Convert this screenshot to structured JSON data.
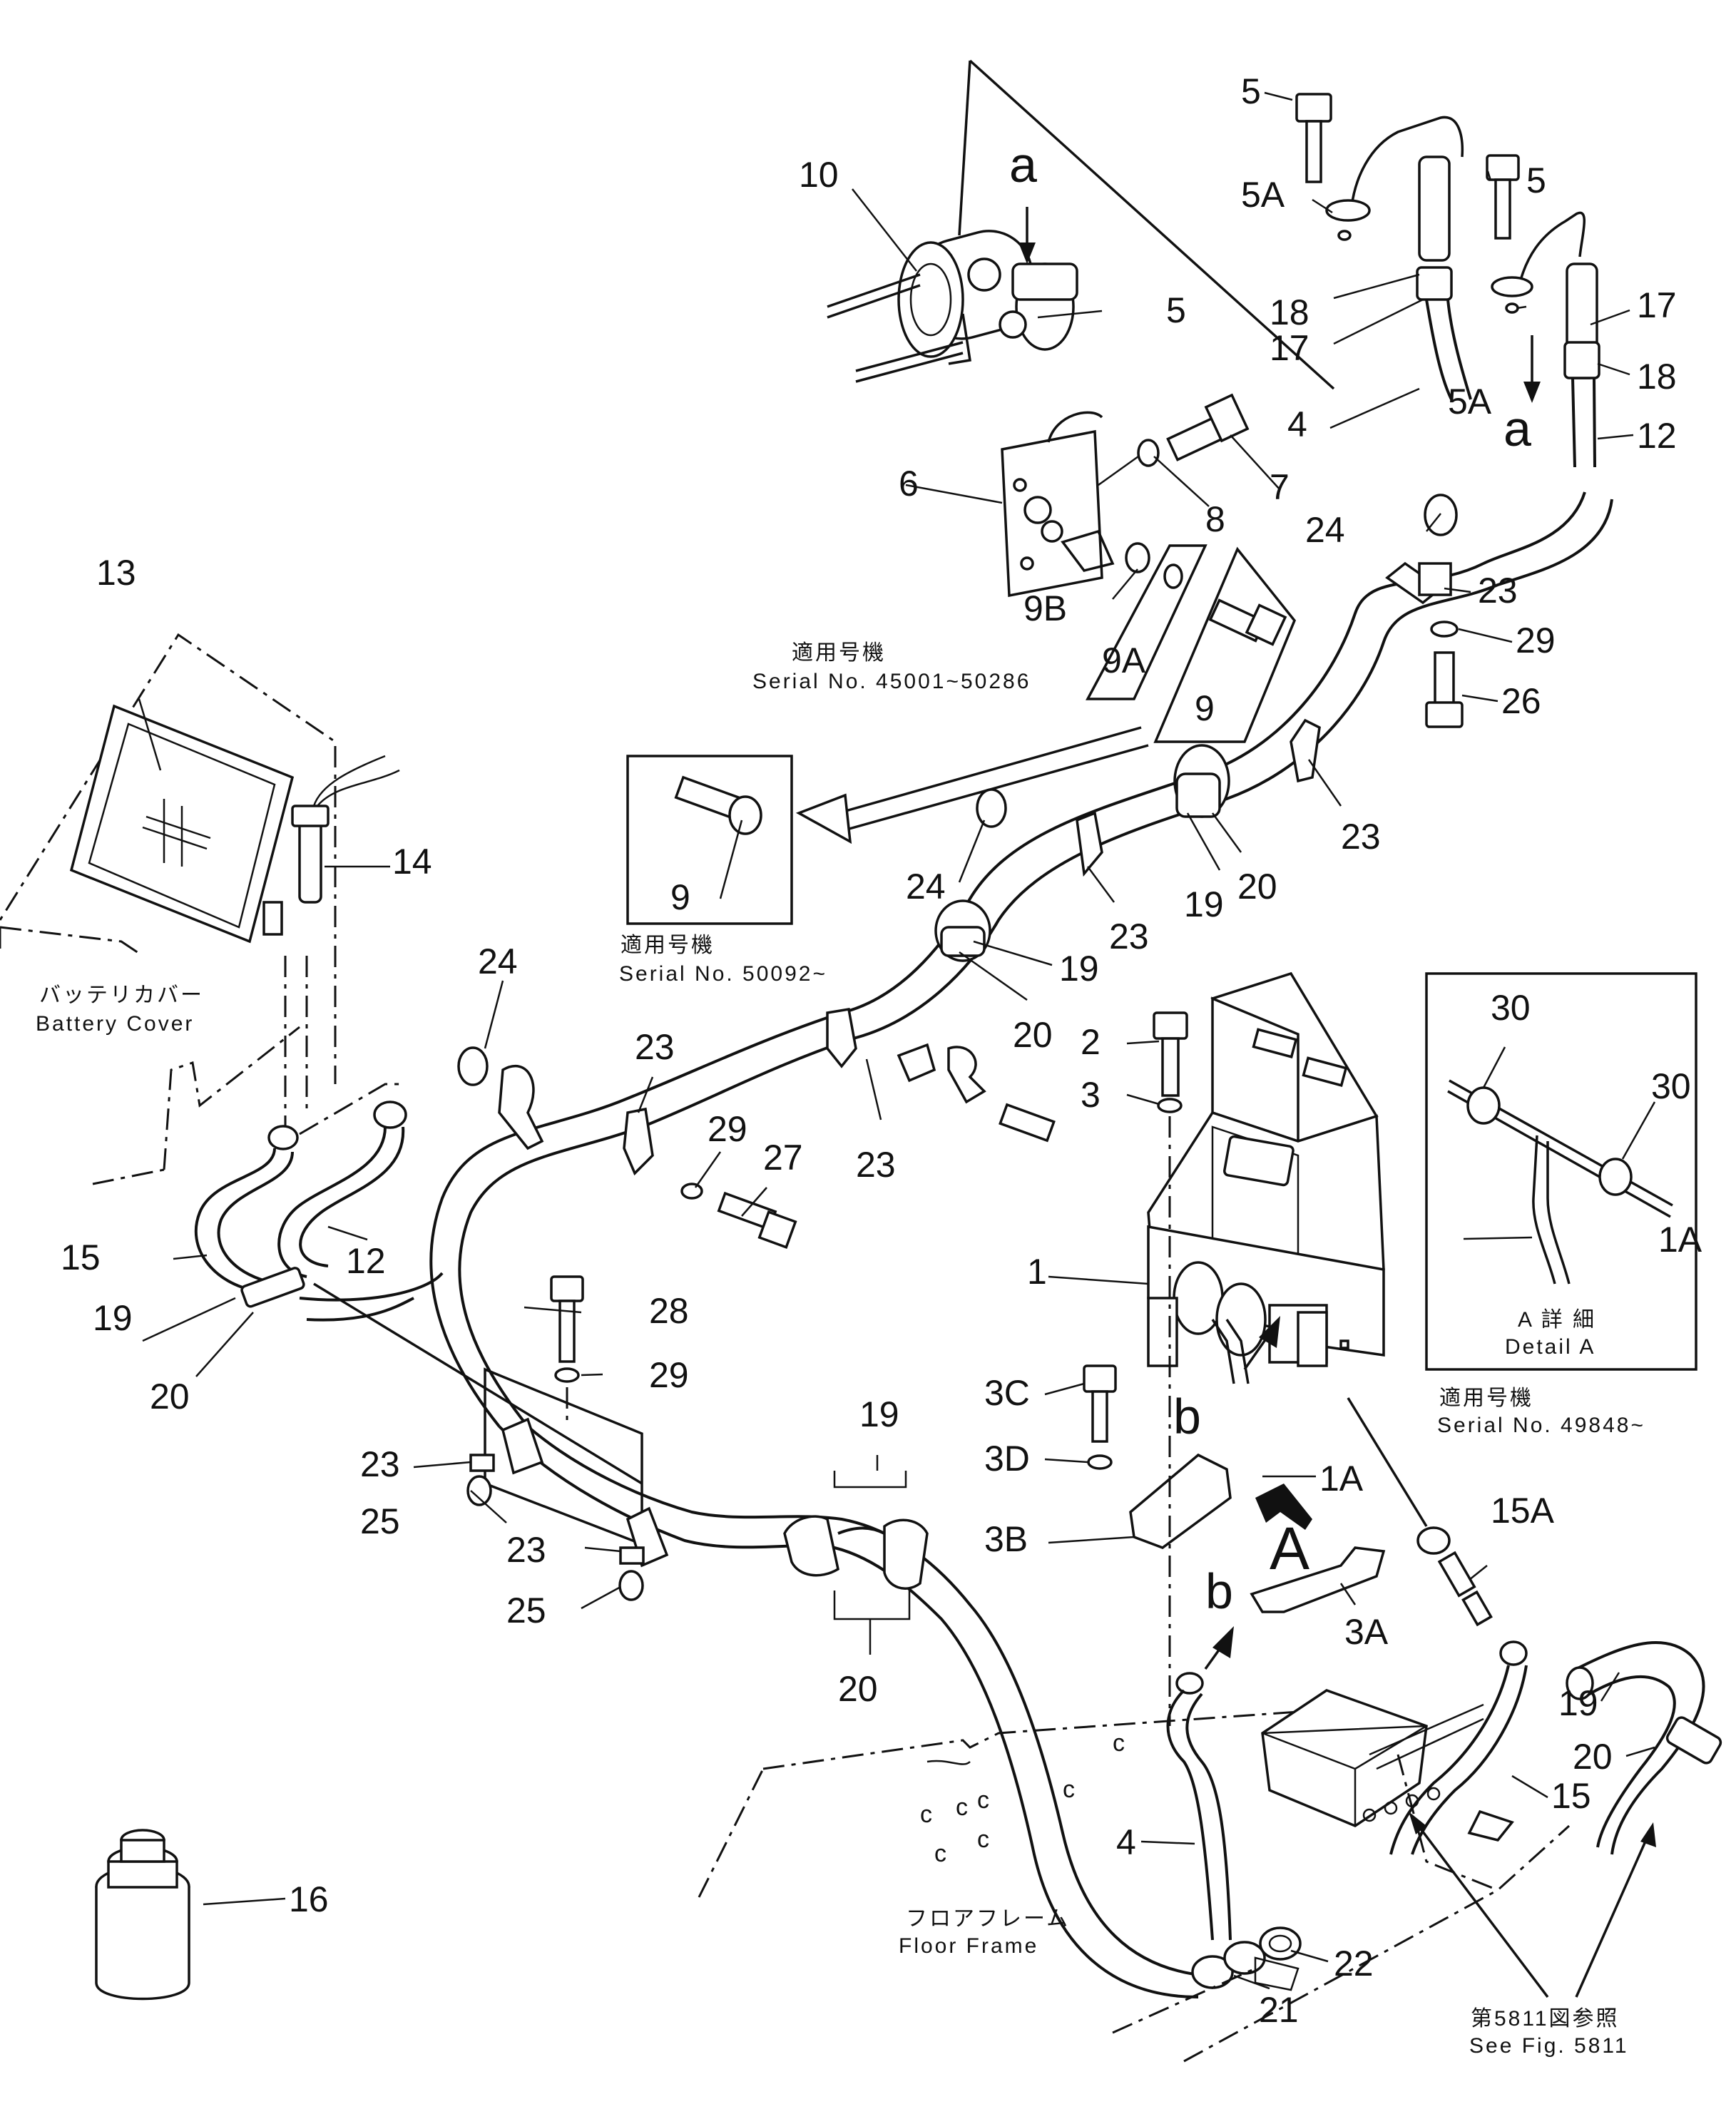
{
  "callouts": {
    "p1": "1",
    "p1A": "1A",
    "p2": "2",
    "p3": "3",
    "p3A": "3A",
    "p3B": "3B",
    "p3C": "3C",
    "p3D": "3D",
    "p4": "4",
    "p5": "5",
    "p5A": "5A",
    "p6": "6",
    "p7": "7",
    "p8": "8",
    "p9": "9",
    "p9A": "9A",
    "p9B": "9B",
    "p10": "10",
    "p12": "12",
    "p13": "13",
    "p14": "14",
    "p15": "15",
    "p15A": "15A",
    "p16": "16",
    "p17": "17",
    "p18": "18",
    "p19": "19",
    "p20": "20",
    "p21": "21",
    "p22": "22",
    "p23": "23",
    "p24": "24",
    "p25": "25",
    "p26": "26",
    "p27": "27",
    "p28": "28",
    "p29": "29",
    "p30": "30"
  },
  "view_letters": {
    "a": "a",
    "b": "b",
    "A": "A"
  },
  "notes": {
    "serial_1_jp": "適用号機",
    "serial_1_en": "Serial No. 45001~50286",
    "serial_2_jp": "適用号機",
    "serial_2_en": "Serial No. 50092~",
    "serial_3_jp": "適用号機",
    "serial_3_en": "Serial No. 49848~",
    "battery_cover_jp": "バッテリカバー",
    "battery_cover_en": "Battery Cover",
    "floor_frame_jp": "フロアフレーム",
    "floor_frame_en": "Floor Frame",
    "see_fig_jp": "第5811図参照",
    "see_fig_en": "See Fig. 5811",
    "detail_a_jp": "A 詳 細",
    "detail_a_en": "Detail A"
  }
}
